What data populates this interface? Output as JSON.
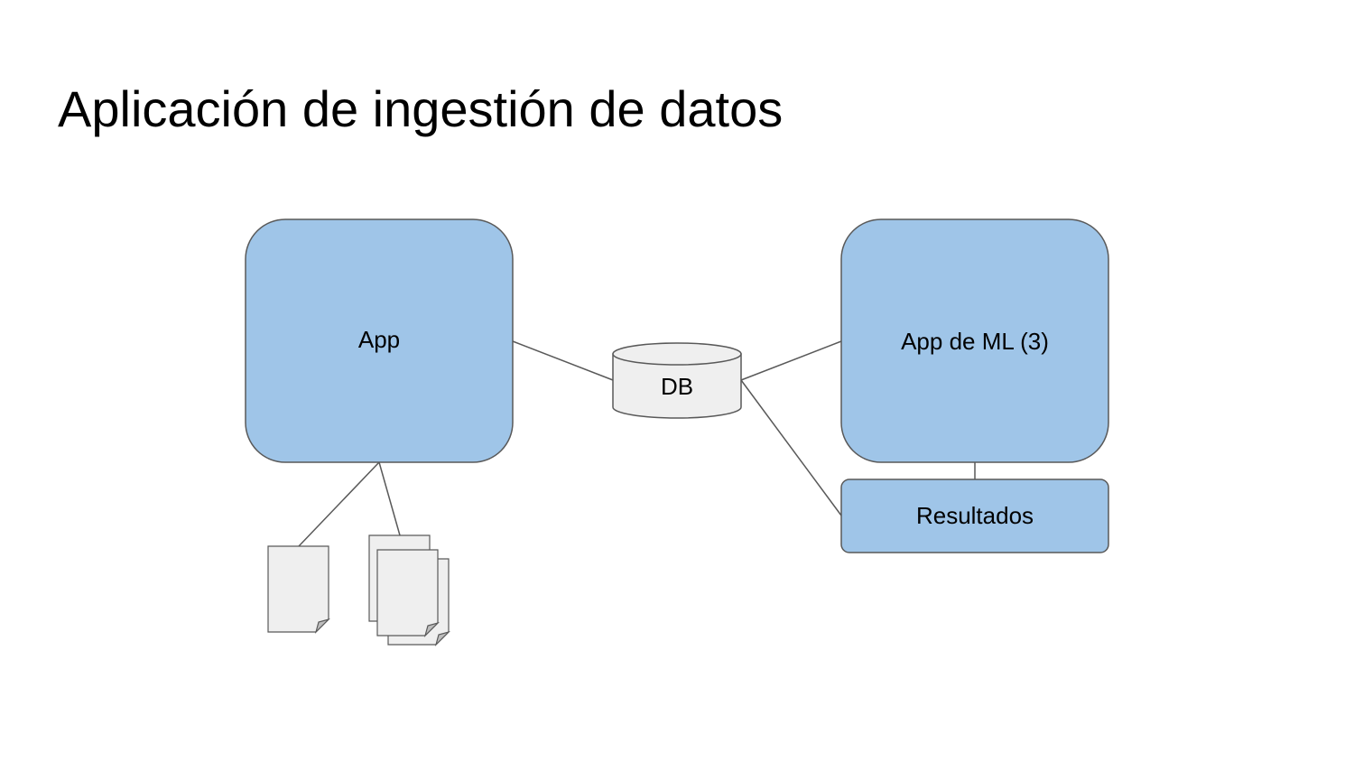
{
  "slide": {
    "title": "Aplicación de ingestión de datos"
  },
  "nodes": {
    "app": {
      "label": "App",
      "color": "#9fc5e8"
    },
    "db": {
      "label": "DB",
      "color": "#efefef"
    },
    "ml_app": {
      "label": "App de ML (3)",
      "color": "#9fc5e8"
    },
    "results": {
      "label": "Resultados",
      "color": "#9fc5e8"
    }
  },
  "documents": {
    "single_icon": "document-icon",
    "stack_icon": "multiple-documents-icon",
    "color": "#efefef"
  },
  "colors": {
    "stroke": "#595959",
    "box_fill": "#9fc5e8",
    "storage_fill": "#efefef"
  }
}
